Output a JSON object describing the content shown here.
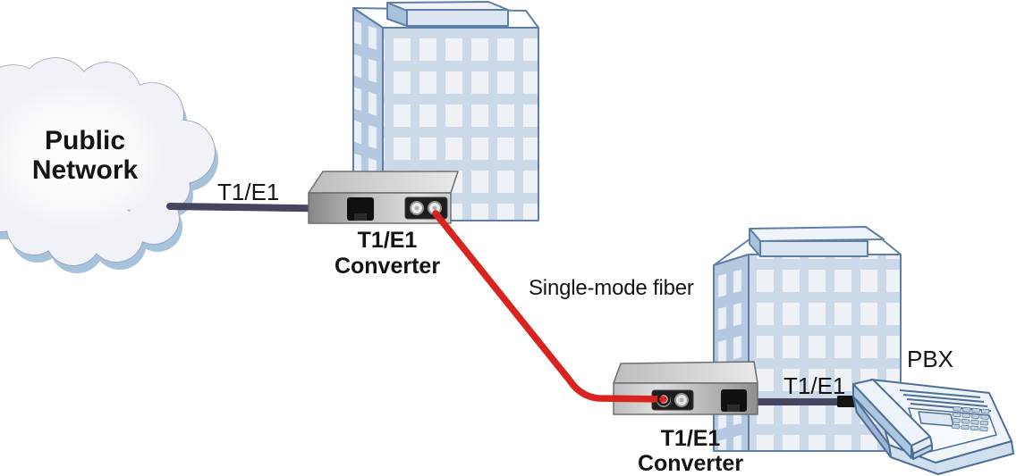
{
  "diagram": {
    "cloud": {
      "label": "Public Network"
    },
    "cables": {
      "left": {
        "label": "T1/E1",
        "color": "#45455f"
      },
      "fiber": {
        "label": "Single-mode fiber",
        "color": "#d8241f"
      },
      "right": {
        "label": "T1/E1",
        "color": "#45455f"
      }
    },
    "devices": {
      "converter1": {
        "label_line1": "T1/E1",
        "label_line2": "Converter"
      },
      "converter2": {
        "label_line1": "T1/E1",
        "label_line2": "Converter"
      },
      "pbx": {
        "label": "PBX"
      }
    }
  }
}
